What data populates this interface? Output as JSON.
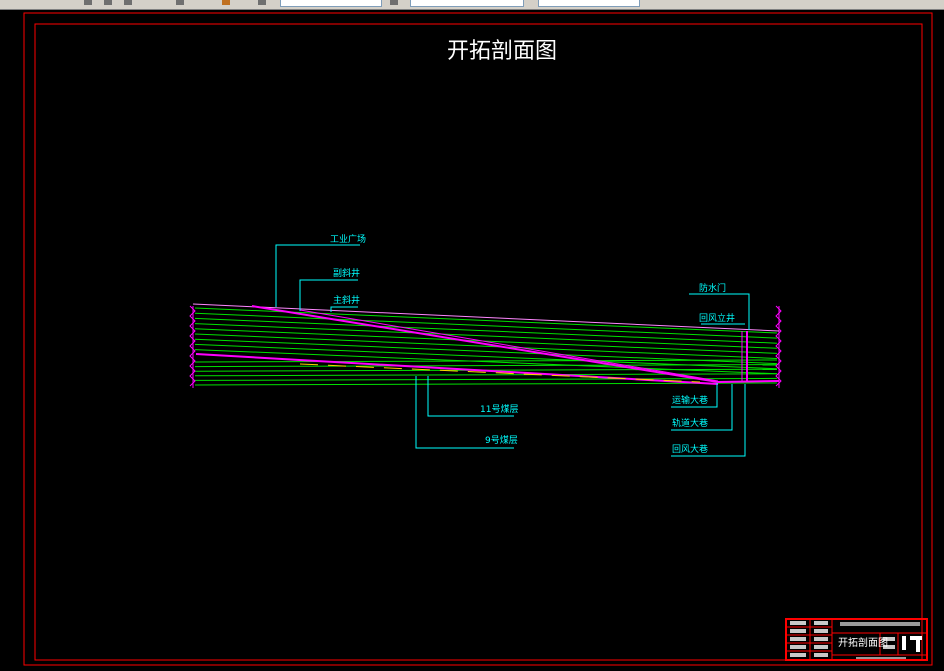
{
  "drawing": {
    "title": "开拓剖面图",
    "labels": {
      "gongye": "工业广场",
      "fujing": "副斜井",
      "zhujing": "主斜井",
      "fangshuimen": "防水门",
      "huifeng_lijing": "回风立井",
      "seam11": "11号煤层",
      "seam9": "9号煤层",
      "yunshu": "运输大巷",
      "guidao": "轨道大巷",
      "huifeng_daxiang": "回风大巷"
    },
    "title_block": {
      "name": "开拓剖面图"
    }
  },
  "colors": {
    "background": "#000000",
    "frame": "#ff0000",
    "strata": "#00e000",
    "shaft": "#ff00ff",
    "leader": "#00ffff",
    "title": "#ffffff"
  },
  "icons": [
    "cad-toolbar-icon"
  ]
}
